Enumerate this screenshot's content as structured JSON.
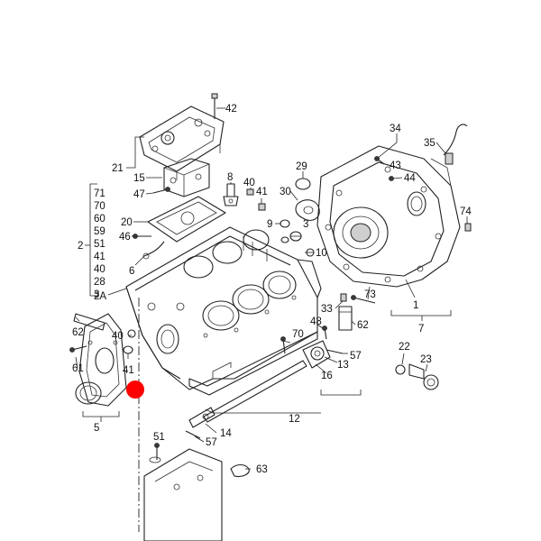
{
  "diagram": {
    "highlight_color": "#ff0000",
    "callouts": [
      {
        "id": "c42",
        "text": "42"
      },
      {
        "id": "c21",
        "text": "21"
      },
      {
        "id": "c15",
        "text": "15"
      },
      {
        "id": "c47",
        "text": "47"
      },
      {
        "id": "c20",
        "text": "20"
      },
      {
        "id": "c46",
        "text": "46"
      },
      {
        "id": "c6",
        "text": "6"
      },
      {
        "id": "c71",
        "text": "71"
      },
      {
        "id": "c70a",
        "text": "70"
      },
      {
        "id": "c60",
        "text": "60"
      },
      {
        "id": "c59",
        "text": "59"
      },
      {
        "id": "c2",
        "text": "2"
      },
      {
        "id": "c51a",
        "text": "51"
      },
      {
        "id": "c41a",
        "text": "41"
      },
      {
        "id": "c40a",
        "text": "40"
      },
      {
        "id": "c28",
        "text": "28"
      },
      {
        "id": "c3a",
        "text": "3"
      },
      {
        "id": "c2A",
        "text": "2A"
      },
      {
        "id": "c8",
        "text": "8"
      },
      {
        "id": "c40b",
        "text": "40"
      },
      {
        "id": "c41b",
        "text": "41"
      },
      {
        "id": "c29",
        "text": "29"
      },
      {
        "id": "c30",
        "text": "30"
      },
      {
        "id": "c9",
        "text": "9"
      },
      {
        "id": "c3b",
        "text": "3"
      },
      {
        "id": "c10",
        "text": "10"
      },
      {
        "id": "c34",
        "text": "34"
      },
      {
        "id": "c35",
        "text": "35"
      },
      {
        "id": "c43",
        "text": "43"
      },
      {
        "id": "c44",
        "text": "44"
      },
      {
        "id": "c74",
        "text": "74"
      },
      {
        "id": "c1",
        "text": "1"
      },
      {
        "id": "c7",
        "text": "7"
      },
      {
        "id": "c73",
        "text": "73"
      },
      {
        "id": "c33",
        "text": "33"
      },
      {
        "id": "c62a",
        "text": "62"
      },
      {
        "id": "c48",
        "text": "48"
      },
      {
        "id": "c62b",
        "text": "62"
      },
      {
        "id": "c61",
        "text": "61"
      },
      {
        "id": "c40c",
        "text": "40"
      },
      {
        "id": "c41c",
        "text": "41"
      },
      {
        "id": "c5",
        "text": "5"
      },
      {
        "id": "c70b",
        "text": "70"
      },
      {
        "id": "c57a",
        "text": "57"
      },
      {
        "id": "c13",
        "text": "13"
      },
      {
        "id": "c16",
        "text": "16"
      },
      {
        "id": "c22",
        "text": "22"
      },
      {
        "id": "c23",
        "text": "23"
      },
      {
        "id": "c12",
        "text": "12"
      },
      {
        "id": "c14",
        "text": "14"
      },
      {
        "id": "c57b",
        "text": "57"
      },
      {
        "id": "c51b",
        "text": "51"
      },
      {
        "id": "c63",
        "text": "63"
      }
    ]
  }
}
